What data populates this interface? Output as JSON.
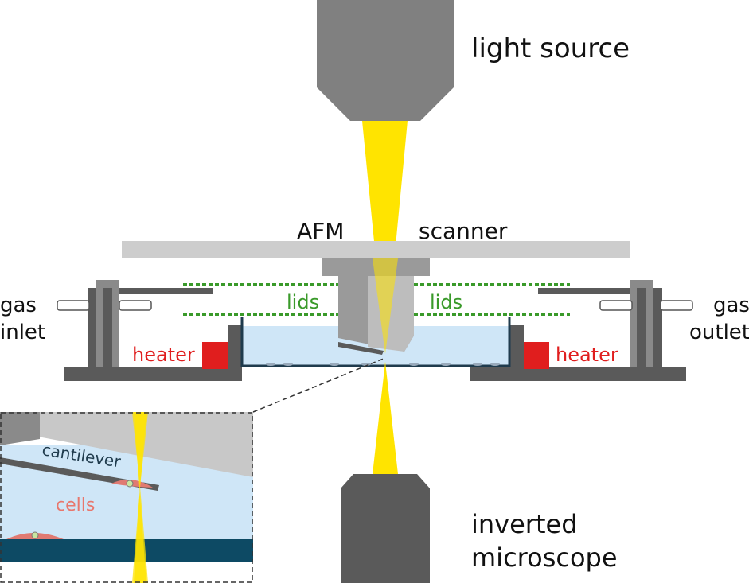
{
  "labels": {
    "light_source": "light source",
    "afm": "AFM",
    "scanner": "scanner",
    "lids_left": "lids",
    "lids_right": "lids",
    "gas_inlet_line1": "gas",
    "gas_inlet_line2": "inlet",
    "gas_outlet_line1": "gas",
    "gas_outlet_line2": "outlet",
    "heater_left": "heater",
    "heater_right": "heater",
    "cantilever": "cantilever",
    "cells": "cells",
    "inverted_line1": "inverted",
    "inverted_line2": "microscope"
  },
  "colors": {
    "light_beam": "#ffe400",
    "lid": "#3a9a2a",
    "heater": "#e01e1e",
    "medium": "#cfe6f7",
    "dish_border": "#1f3b4d",
    "glass_bottom": "#0d4a64",
    "cells": "#e07a72",
    "dark_gray": "#5a5a5a",
    "mid_gray": "#8a8a8a",
    "light_gray": "#c8c8c8",
    "lids_text": "#3a9a2a",
    "heater_text": "#e01e1e",
    "cells_text": "#e8776d"
  }
}
